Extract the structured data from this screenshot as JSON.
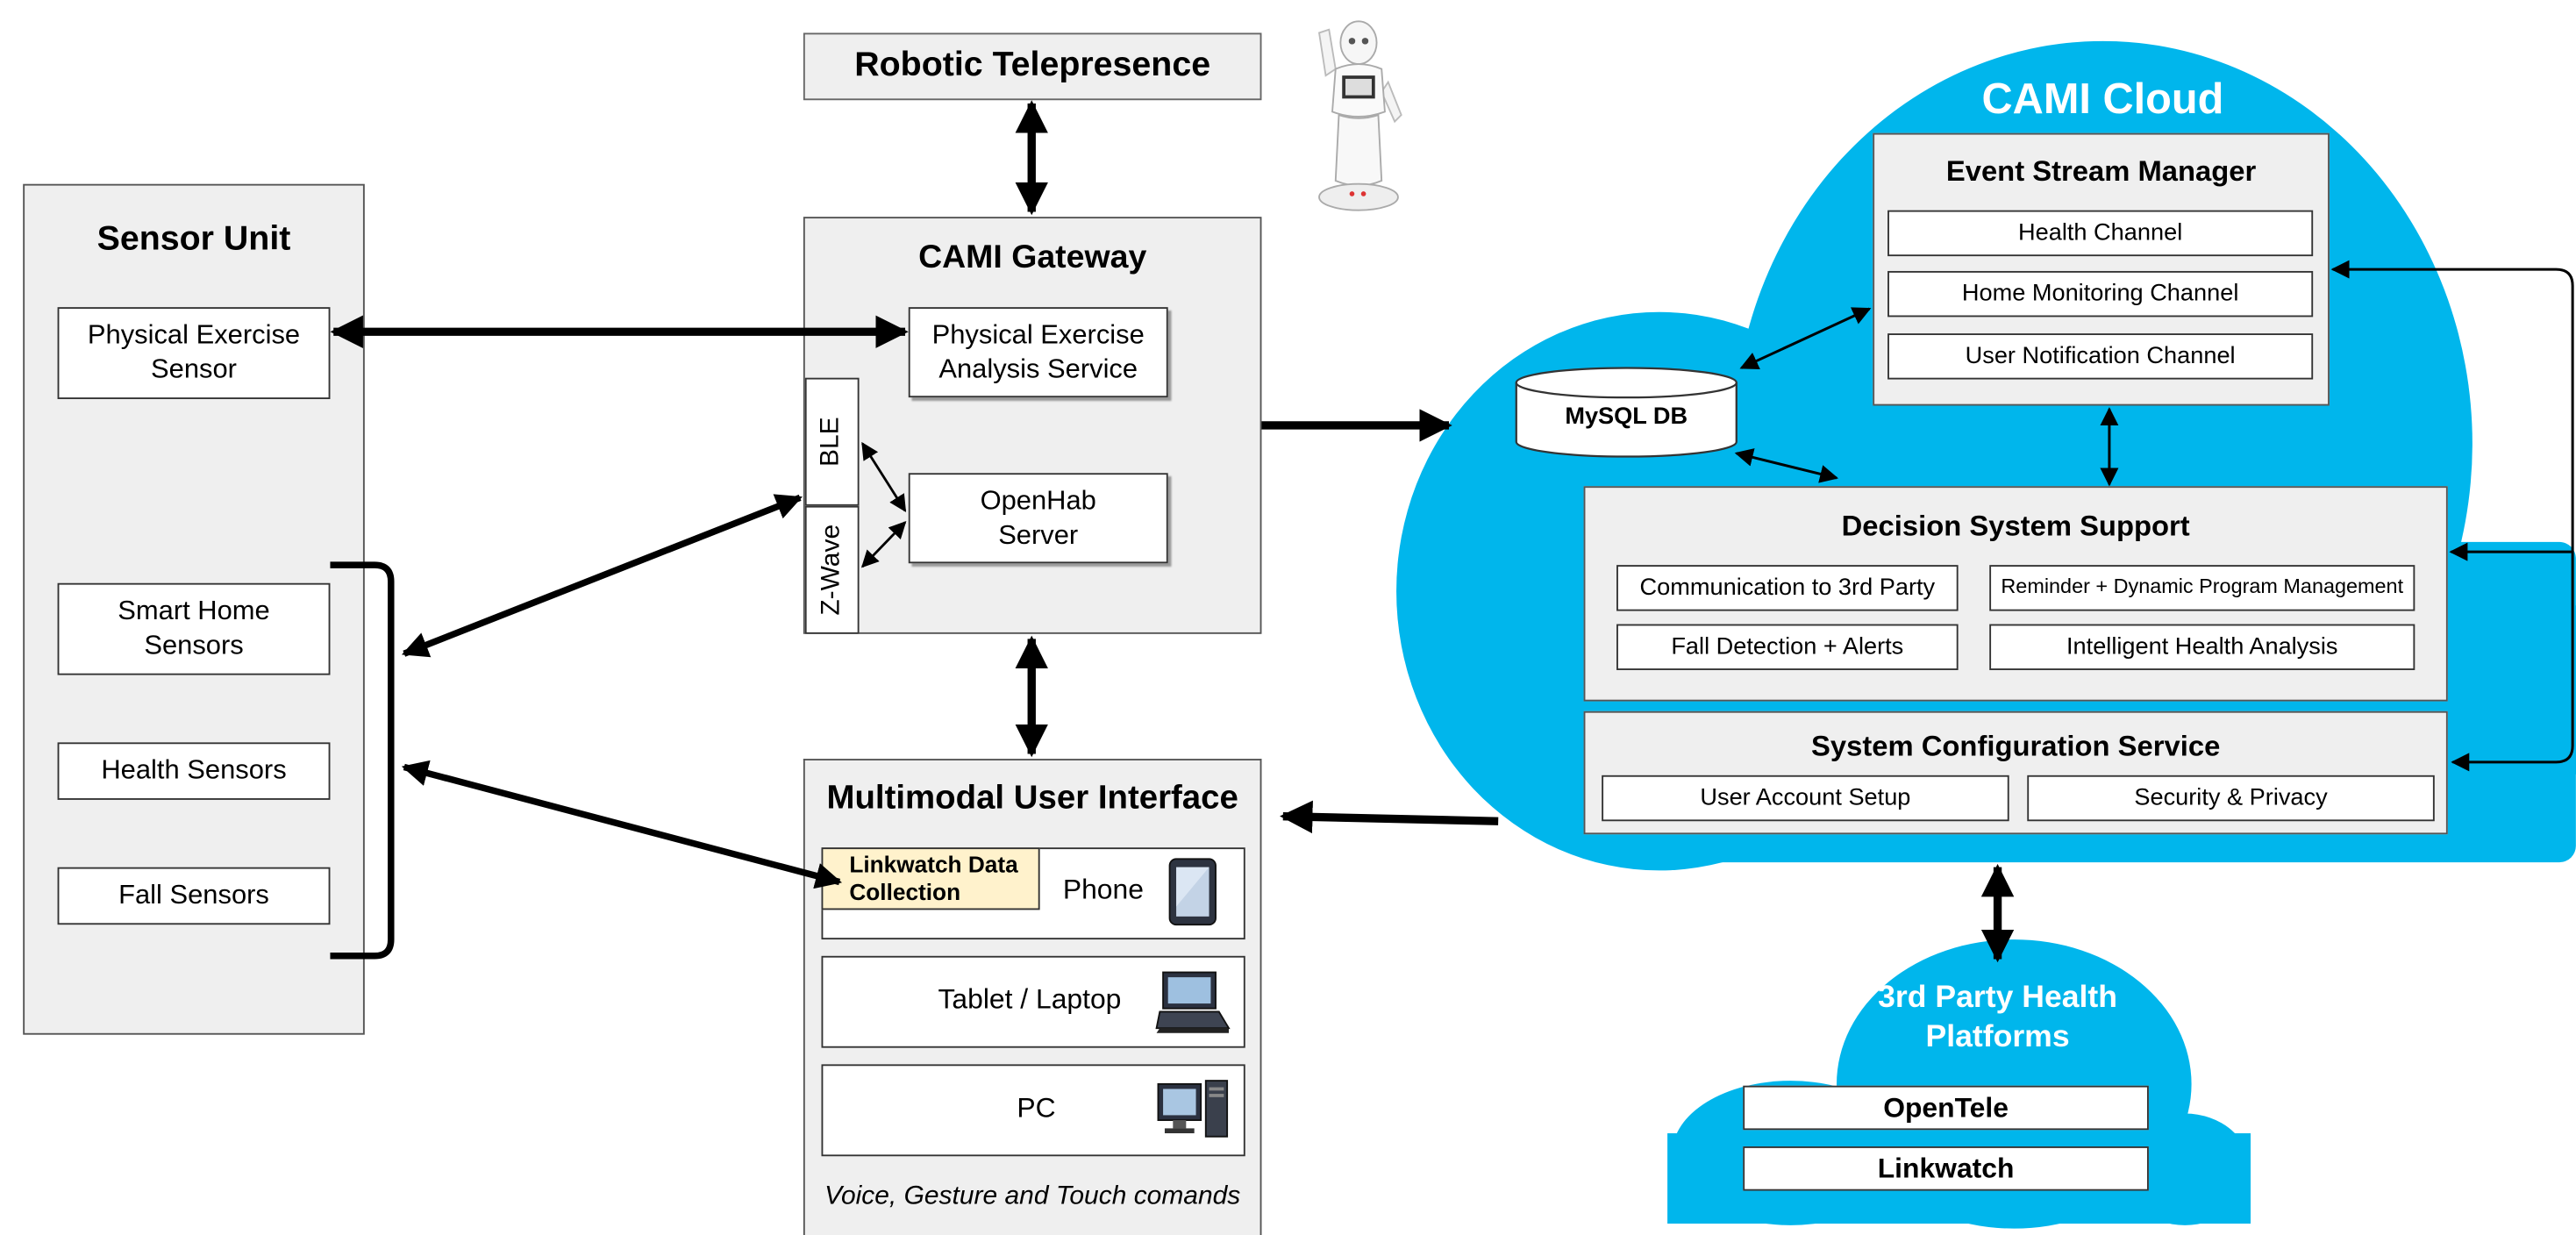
{
  "robotic_telepresence": "Robotic Telepresence",
  "sensor_unit": {
    "title": "Sensor Unit",
    "physical_exercise_sensor": "Physical Exercise Sensor",
    "smart_home_sensors": "Smart Home Sensors",
    "health_sensors": "Health Sensors",
    "fall_sensors": "Fall Sensors"
  },
  "gateway": {
    "title": "CAMI Gateway",
    "analysis_service": "Physical Exercise Analysis Service",
    "openhab_server": "OpenHab Server",
    "ble": "BLE",
    "zwave": "Z-Wave"
  },
  "mui": {
    "title": "Multimodal User Interface",
    "linkwatch": "Linkwatch Data Collection",
    "phone": "Phone",
    "tablet_laptop": "Tablet / Laptop",
    "pc": "PC",
    "commands": "Voice, Gesture and Touch comands"
  },
  "cloud": {
    "title": "CAMI Cloud",
    "mysql": "MySQL DB",
    "esm": {
      "title": "Event Stream Manager",
      "channels": [
        "Health Channel",
        "Home Monitoring Channel",
        "User Notification Channel"
      ]
    },
    "dss": {
      "title": "Decision System Support",
      "items": [
        "Communication to 3rd Party",
        "Reminder + Dynamic Program Management",
        "Fall Detection + Alerts",
        "Intelligent Health Analysis"
      ]
    },
    "scs": {
      "title": "System Configuration Service",
      "items": [
        "User Account Setup",
        "Security & Privacy"
      ]
    }
  },
  "third_party": {
    "title": "3rd Party Health Platforms",
    "platforms": [
      "OpenTele",
      "Linkwatch"
    ]
  },
  "colors": {
    "cloud": "#00b6ec",
    "panel": "#efefef",
    "linkwatch_fill": "#fff2cc"
  },
  "icons": [
    "robot-icon",
    "phone-icon",
    "laptop-icon",
    "pc-icon"
  ]
}
